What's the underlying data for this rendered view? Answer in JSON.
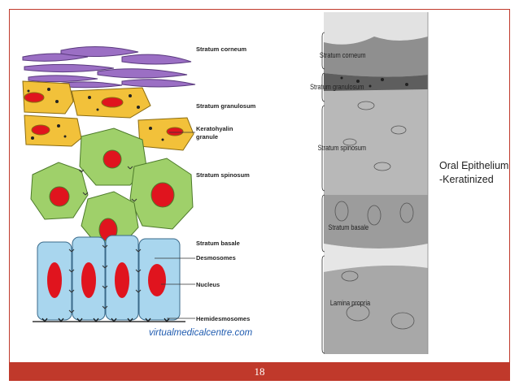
{
  "page_number": "18",
  "diagram_labels": {
    "stratum_corneum": "Stratum corneum",
    "stratum_granulosum": "Stratum granulosum",
    "keratohyalin_granule_line1": "Keratohyalin",
    "keratohyalin_granule_line2": "granule",
    "stratum_spinosum": "Stratum spinosum",
    "stratum_basale": "Stratum basale",
    "desmosomes": "Desmosomes",
    "nucleus": "Nucleus",
    "hemidesmosomes": "Hemidesmosomes",
    "watermark": "virtualmedicalcentre.com"
  },
  "micrograph_labels": {
    "stratum_corneum": "Stratum corneum",
    "stratum_granulosum": "Stratum granulosum",
    "stratum_spinosum": "Stratum spinosum",
    "stratum_basale": "Stratum basale",
    "lamina_propria": "Lamina propria"
  },
  "title": {
    "line1": "Oral Epithelium",
    "line2": "-Keratinized"
  },
  "colors": {
    "accent": "#c0392b",
    "corneum": "#9b6fc4",
    "granulosum": "#f2c13a",
    "spinosum": "#9fd06a",
    "basale": "#a9d6ee",
    "nucleus": "#e0141e"
  }
}
